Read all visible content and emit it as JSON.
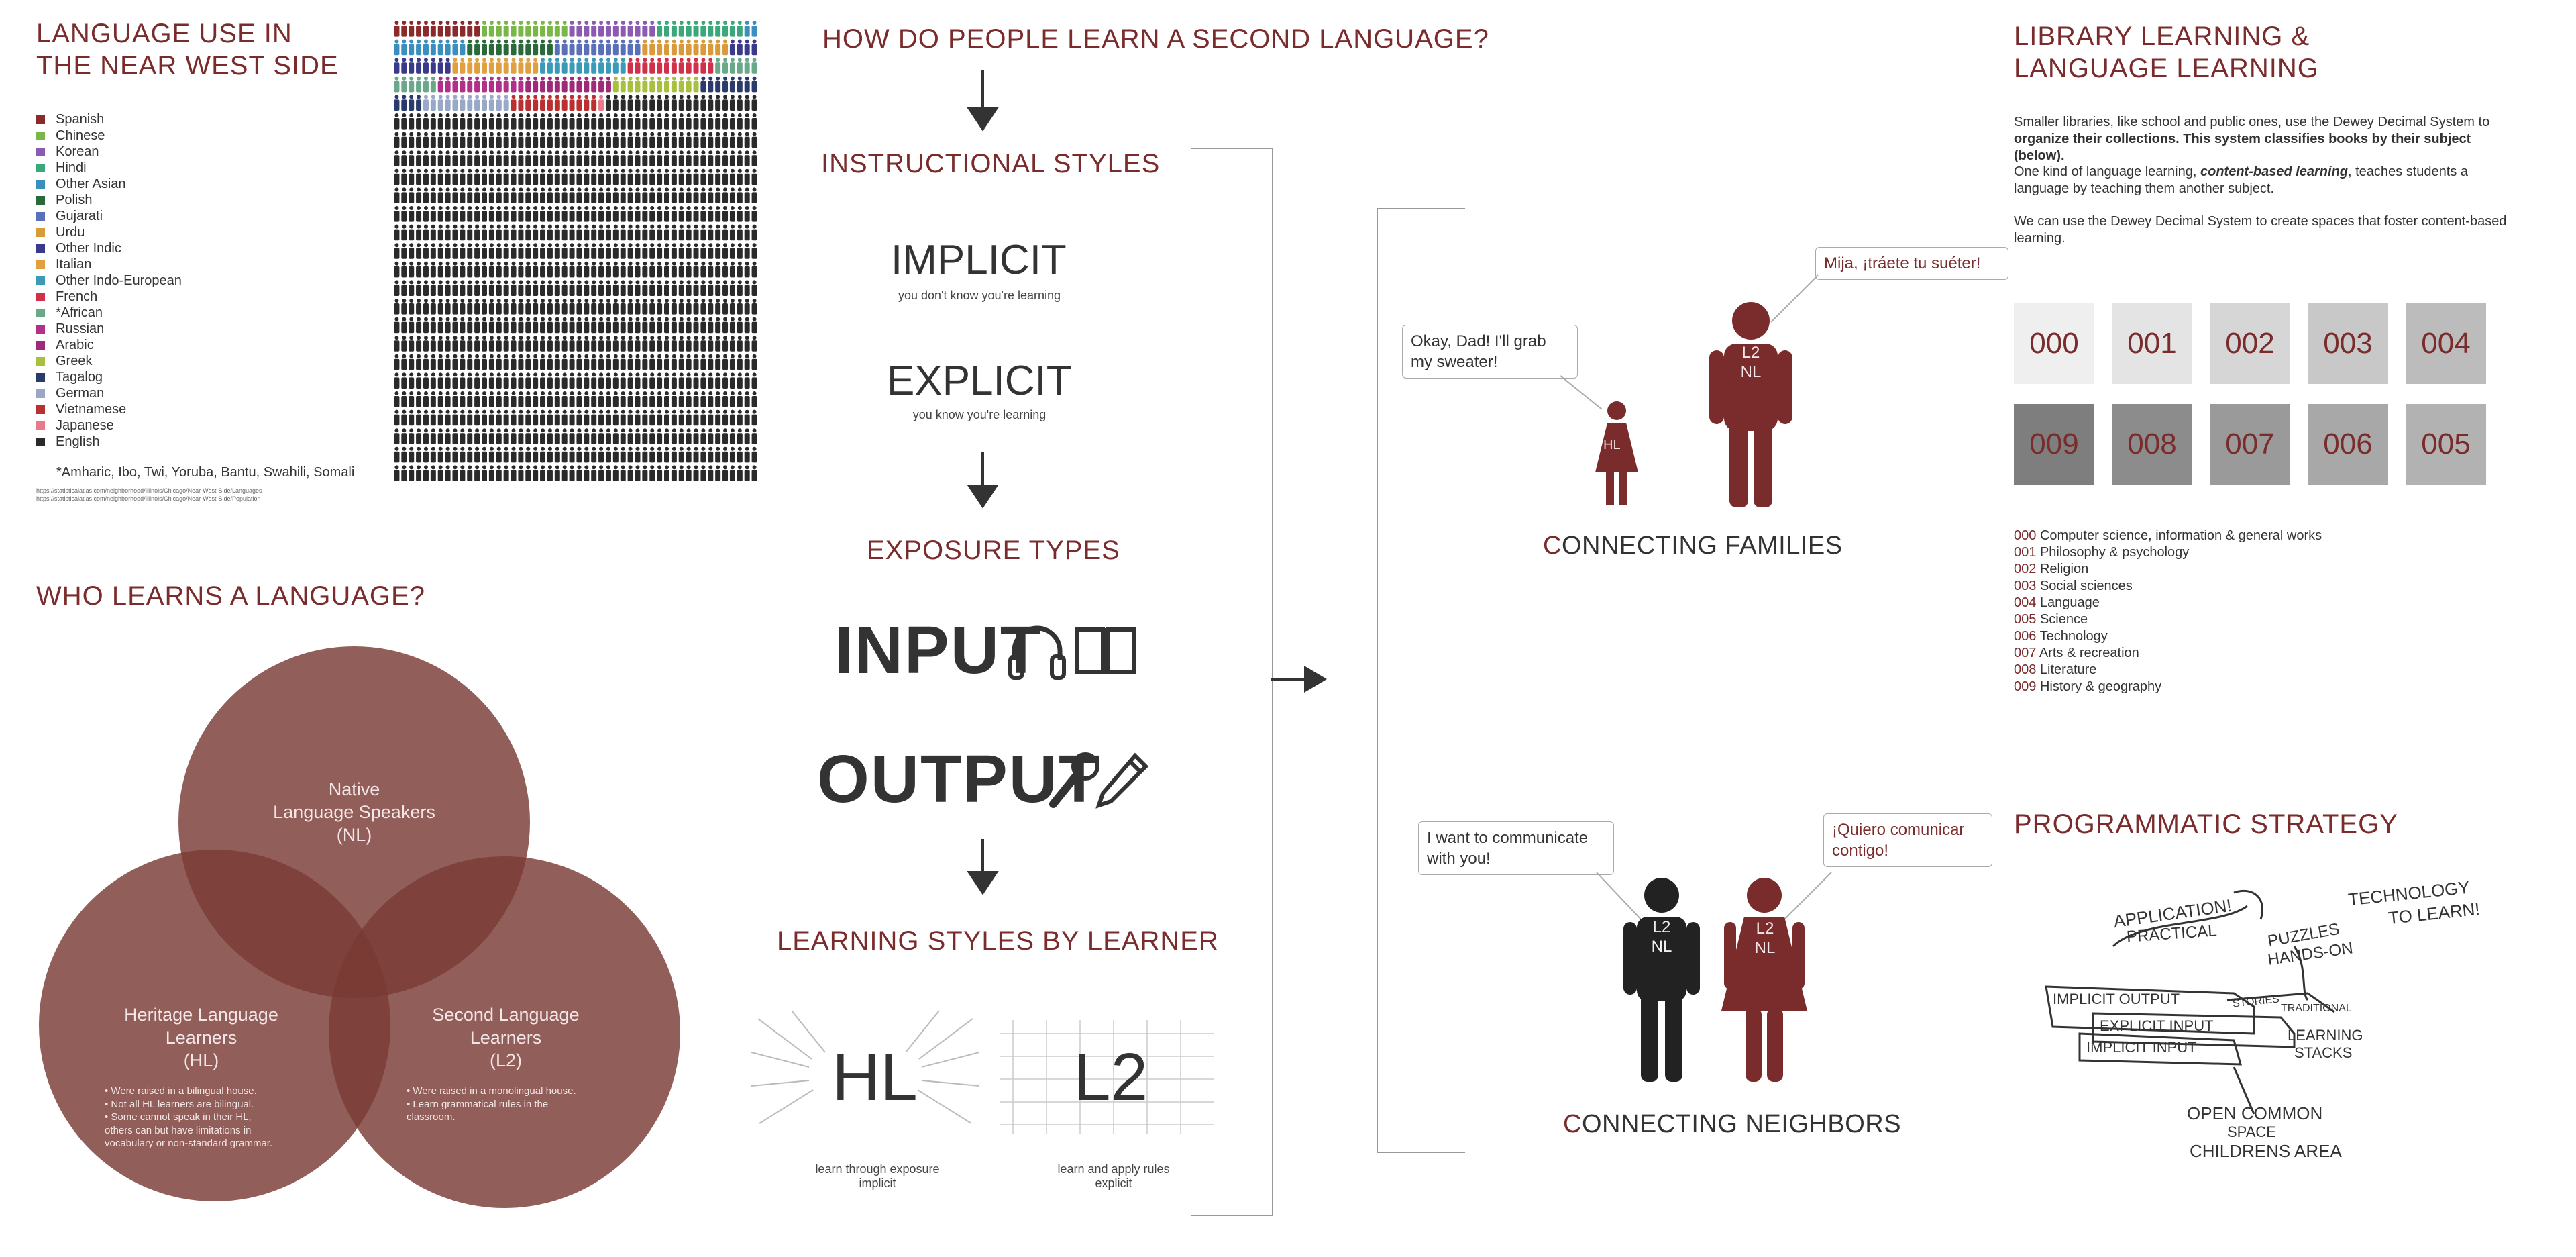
{
  "colors": {
    "accent": "#7a2b2b",
    "venn": "#8a4f4a",
    "dark": "#2a2a2a"
  },
  "language_use": {
    "title_line1": "LANGUAGE USE IN",
    "title_line2": "THE NEAR WEST SIDE",
    "legend": [
      {
        "label": "Spanish",
        "color": "#8b2a2a"
      },
      {
        "label": "Chinese",
        "color": "#7ab648"
      },
      {
        "label": "Korean",
        "color": "#8a5bb0"
      },
      {
        "label": "Hindi",
        "color": "#3ba77a"
      },
      {
        "label": "Other Asian",
        "color": "#3a8fbf"
      },
      {
        "label": "Polish",
        "color": "#2a6a3a"
      },
      {
        "label": "Gujarati",
        "color": "#5a70b8"
      },
      {
        "label": "Urdu",
        "color": "#d89a3a"
      },
      {
        "label": "Other Indic",
        "color": "#3a3a8a"
      },
      {
        "label": "Italian",
        "color": "#e0a040"
      },
      {
        "label": "Other Indo-European",
        "color": "#3a9ab8"
      },
      {
        "label": "French",
        "color": "#d0304a"
      },
      {
        "label": "*African",
        "color": "#6aa88a"
      },
      {
        "label": "Russian",
        "color": "#b0308a"
      },
      {
        "label": "Arabic",
        "color": "#a02a7a"
      },
      {
        "label": "Greek",
        "color": "#a8c040"
      },
      {
        "label": "Tagalog",
        "color": "#2a3a6a"
      },
      {
        "label": "German",
        "color": "#9aa8c8"
      },
      {
        "label": "Vietnamese",
        "color": "#b83030"
      },
      {
        "label": "Japanese",
        "color": "#e87a8a"
      },
      {
        "label": "English",
        "color": "#2a2a2a"
      }
    ],
    "footnote": "*Amharic, Ibo, Twi, Yoruba, Bantu, Swahili, Somali",
    "source1": "https://statisticalatlas.com/neighborhood/Illinois/Chicago/Near-West-Side/Languages",
    "source2": "https://statisticalatlas.com/neighborhood/Illinois/Chicago/Near-West-Side/Population"
  },
  "who_learns": {
    "title": "WHO LEARNS A LANGUAGE?",
    "nl_line1": "Native",
    "nl_line2": "Language Speakers",
    "nl_line3": "(NL)",
    "hl_line1": "Heritage Language",
    "hl_line2": "Learners",
    "hl_line3": "(HL)",
    "l2_line1": "Second Language",
    "l2_line2": "Learners",
    "l2_line3": "(L2)",
    "hl_b1": "• Were raised in a bilingual house.",
    "hl_b2": "• Not all HL learners are bilingual.",
    "hl_b3": "• Some cannot speak in their HL,",
    "hl_b4": "  others can but have limitations in",
    "hl_b5": "  vocabulary or non-standard grammar.",
    "l2_b1": "• Were raised in a monolingual house.",
    "l2_b2": "• Learn grammatical rules in the",
    "l2_b3": "  classroom."
  },
  "how_learn": {
    "title": "HOW DO PEOPLE LEARN A SECOND LANGUAGE?",
    "instructional": "INSTRUCTIONAL STYLES",
    "implicit": "IMPLICIT",
    "implicit_sub": "you don't know you're learning",
    "explicit": "EXPLICIT",
    "explicit_sub": "you know you're learning",
    "exposure": "EXPOSURE TYPES",
    "input": "INPUT",
    "output": "OUTPUT",
    "styles": "LEARNING STYLES BY LEARNER",
    "hl": "HL",
    "l2": "L2",
    "hl_sub1": "learn through exposure",
    "hl_sub2": "implicit",
    "l2_sub1": "learn and apply rules",
    "l2_sub2": "explicit"
  },
  "families": {
    "bubble_child": "Okay, Dad! I'll grab my sweater!",
    "bubble_dad": "Mija, ¡tráete tu suéter!",
    "child_label": "HL",
    "dad_label1": "L2",
    "dad_label2": "NL",
    "caption_ini": "C",
    "caption_rest1": "ONNECTING ",
    "caption_ini2": "F",
    "caption_rest2": "AMILIES"
  },
  "neighbors": {
    "bubble_left": "I want to communicate with you!",
    "bubble_right": "¡Quiero comunicar contigo!",
    "left_label1": "L2",
    "left_label2": "NL",
    "right_label1": "L2",
    "right_label2": "NL",
    "caption_ini": "C",
    "caption_rest1": "ONNECTING ",
    "caption_ini2": "N",
    "caption_rest2": "EIGHBORS"
  },
  "library": {
    "title_line1": "LIBRARY LEARNING &",
    "title_line2": "LANGUAGE LEARNING",
    "p1_a": "Smaller libraries, like school and public ones, use the Dewey Decimal System to ",
    "p1_b": "organize their collections. This system classifies books by their subject (below).",
    "p2_a": "One kind of language learning, ",
    "p2_b": "content-based learning",
    "p2_c": ", teaches students a language by teaching them another subject.",
    "p3": "We can use the Dewey Decimal System to create spaces that foster content-based learning.",
    "boxes_top": [
      "000",
      "001",
      "002",
      "003",
      "004"
    ],
    "boxes_bottom": [
      "009",
      "008",
      "007",
      "006",
      "005"
    ],
    "box_colors_top": [
      "#efefef",
      "#e4e4e4",
      "#d6d6d6",
      "#c8c8c8",
      "#bcbcbc"
    ],
    "box_colors_bottom": [
      "#7e7e7e",
      "#8c8c8c",
      "#9a9a9a",
      "#a8a8a8",
      "#b2b2b2"
    ],
    "dewey": [
      {
        "code": "000",
        "label": "Computer science, information & general works"
      },
      {
        "code": "001",
        "label": "Philosophy & psychology"
      },
      {
        "code": "002",
        "label": "Religion"
      },
      {
        "code": "003",
        "label": "Social sciences"
      },
      {
        "code": "004",
        "label": "Language"
      },
      {
        "code": "005",
        "label": "Science"
      },
      {
        "code": "006",
        "label": "Technology"
      },
      {
        "code": "007",
        "label": "Arts & recreation"
      },
      {
        "code": "008",
        "label": "Literature"
      },
      {
        "code": "009",
        "label": "History & geography"
      }
    ]
  },
  "programmatic": {
    "title": "PROGRAMMATIC STRATEGY",
    "s_application": "APPLICATION!",
    "s_practical": "PRACTICAL",
    "s_technology": "TECHNOLOGY",
    "s_tolearn": "TO LEARN!",
    "s_puzzles": "PUZZLES",
    "s_handson": "HANDS-ON",
    "s_implicit_output": "IMPLICIT OUTPUT",
    "s_explicit_input": "EXPLICIT INPUT",
    "s_implicit_input": "IMPLICIT INPUT",
    "s_stories": "STORIES",
    "s_traditional": "TRADITIONAL",
    "s_learning": "LEARNING",
    "s_stacks": "STACKS",
    "s_open": "OPEN COMMON",
    "s_space": "SPACE",
    "s_childrens": "CHILDRENS AREA"
  }
}
